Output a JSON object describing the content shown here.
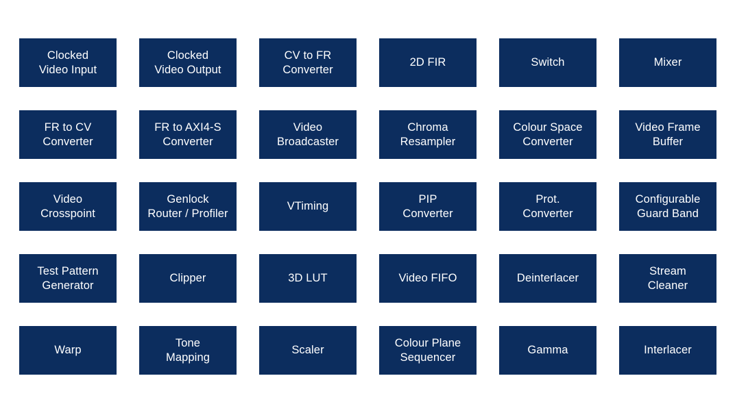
{
  "tiles": [
    "Clocked\nVideo Input",
    "Clocked\nVideo Output",
    "CV to FR\nConverter",
    "2D FIR",
    "Switch",
    "Mixer",
    "FR to CV\nConverter",
    "FR to AXI4-S\nConverter",
    "Video\nBroadcaster",
    "Chroma\nResampler",
    "Colour Space\nConverter",
    "Video Frame\nBuffer",
    "Video\nCrosspoint",
    "Genlock\nRouter / Profiler",
    "VTiming",
    "PIP\nConverter",
    "Prot.\nConverter",
    "Configurable\nGuard Band",
    "Test Pattern\nGenerator",
    "Clipper",
    "3D LUT",
    "Video FIFO",
    "Deinterlacer",
    "Stream\nCleaner",
    "Warp",
    "Tone\nMapping",
    "Scaler",
    "Colour Plane\nSequencer",
    "Gamma",
    "Interlacer"
  ],
  "colors": {
    "tile_background": "#0c2d5e",
    "tile_text": "#ffffff",
    "page_background": "#ffffff"
  }
}
